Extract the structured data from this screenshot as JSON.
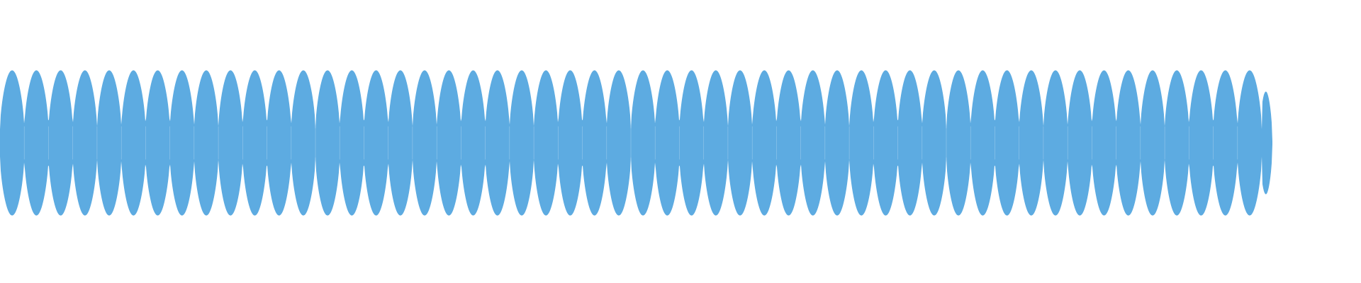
{
  "waveform": {
    "color": "#5DABE1",
    "background": "#FFFFFF",
    "lobes": {
      "count": 52,
      "peak_level": 0.95,
      "trough_level": 0.18,
      "tail_peak_level": 0.7
    },
    "played_fraction": 0.926,
    "has_labels": false
  }
}
